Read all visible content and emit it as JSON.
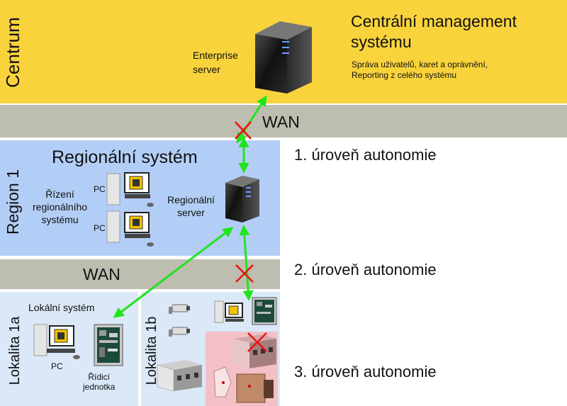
{
  "colors": {
    "centrum_bg": "#f9d33c",
    "wan_bg": "#bdbdb0",
    "region_bg": "#b3cef6",
    "local_bg": "#dbe8f8",
    "alarm_area": "#f2c0c6",
    "link": "#22e41e",
    "cross": "#ee1111"
  },
  "centrum": {
    "label": "Centrum",
    "server_label_line1": "Enterprise",
    "server_label_line2": "server",
    "title_line1": "Centrální management",
    "title_line2": "systému",
    "desc_line1": "Správa uživatelů, karet a oprávnění,",
    "desc_line2": "Reporting z celého systému"
  },
  "wan_top": {
    "label": "WAN"
  },
  "region": {
    "label": "Region 1",
    "title": "Regionální systém",
    "pc1_label": "PC",
    "pc2_label": "PC",
    "control_line1": "Řízení",
    "control_line2": "regionálního",
    "control_line3": "systému",
    "server_line1": "Regionální",
    "server_line2": "server"
  },
  "wan_mid": {
    "label": "WAN"
  },
  "levels": {
    "level1": "1. úroveň autonomie",
    "level2": "2. úroveň autonomie",
    "level3": "3. úroveň autonomie"
  },
  "local_a": {
    "label": "Lokalita 1a",
    "title": "Lokální systém",
    "pc_label": "PC",
    "unit_line1": "Řídicí",
    "unit_line2": "jednotka"
  },
  "local_b": {
    "label": "Lokalita 1b"
  },
  "icons": [
    "server-icon",
    "pc-icon",
    "control-unit-icon",
    "camera-icon",
    "building-icon",
    "alarm-sensor-icon",
    "cross-icon",
    "link-arrow-icon"
  ]
}
